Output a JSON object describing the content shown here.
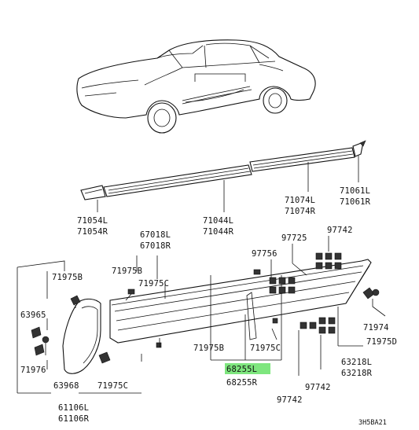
{
  "labels": {
    "l71054a": "71054L",
    "l71054b": "71054R",
    "l71044a": "71044L",
    "l71044b": "71044R",
    "l71074a": "71074L",
    "l71074b": "71074R",
    "l71061a": "71061L",
    "l71061b": "71061R",
    "l67018a": "67018L",
    "l67018b": "67018R",
    "l97725": "97725",
    "l97742a": "97742",
    "l97756": "97756",
    "l71975Ba": "71975B",
    "l71975Bb": "71975B",
    "l71975Bc": "71975B",
    "l71975Ca": "71975C",
    "l71975Cb": "71975C",
    "l71975Cc": "71975C",
    "l63965": "63965",
    "l71976": "71976",
    "l63968": "63968",
    "l61106a": "61106L",
    "l61106b": "61106R",
    "l68255a": "68255L",
    "l68255b": "68255R",
    "l97742b": "97742",
    "l97742c": "97742",
    "l71974": "71974",
    "l71975D": "71975D",
    "l63218a": "63218L",
    "l63218b": "63218R",
    "code": "3H5BA21"
  },
  "highlight_color": "#7ee67e"
}
